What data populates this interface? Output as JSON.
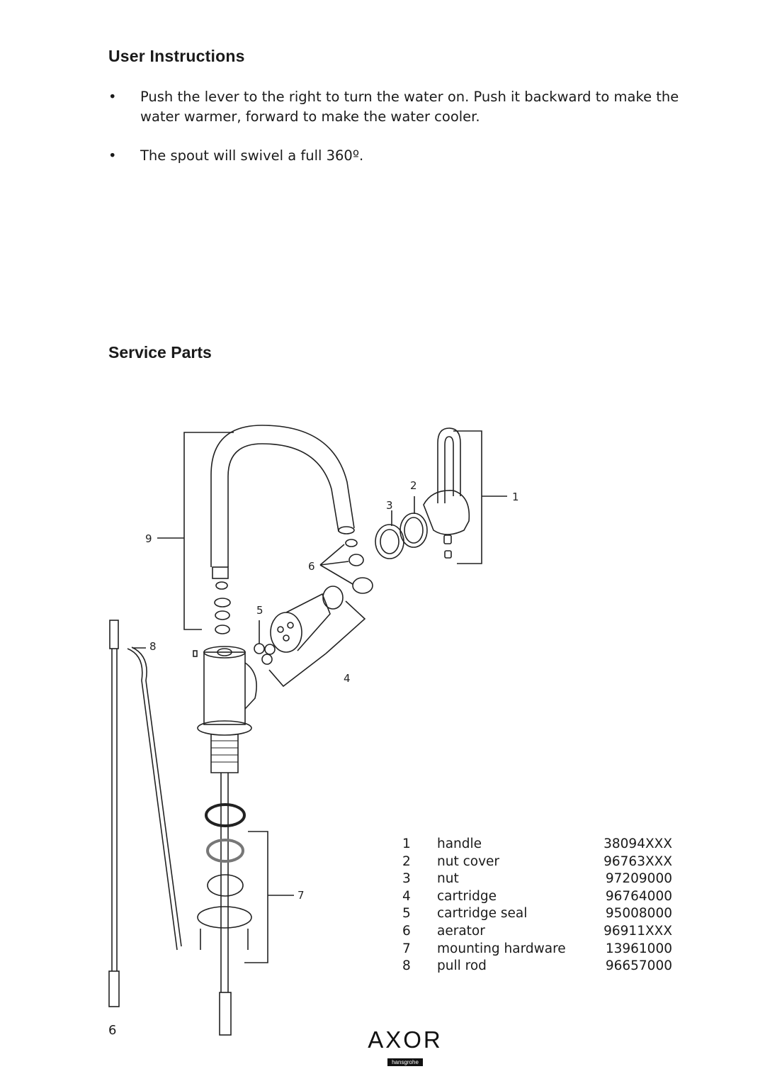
{
  "document": {
    "title": "User Instructions",
    "bullets": [
      "Push the lever to the right to turn the water on.  Push it backward to make the water warmer, forward to make the water cooler.",
      "The spout will swivel a full 360º."
    ],
    "section_title": "Service Parts",
    "page_number": "6"
  },
  "diagram": {
    "callouts": [
      "1",
      "2",
      "3",
      "4",
      "5",
      "6",
      "7",
      "8",
      "9"
    ]
  },
  "parts": [
    {
      "num": "1",
      "name": "handle",
      "code": "38094XXX"
    },
    {
      "num": "2",
      "name": "nut cover",
      "code": "96763XXX"
    },
    {
      "num": "3",
      "name": "nut",
      "code": "97209000"
    },
    {
      "num": "4",
      "name": "cartridge",
      "code": "96764000"
    },
    {
      "num": "5",
      "name": "cartridge seal",
      "code": "95008000"
    },
    {
      "num": "6",
      "name": "aerator",
      "code": "96911XXX"
    },
    {
      "num": "7",
      "name": "mounting hardware",
      "code": "13961000"
    },
    {
      "num": "8",
      "name": "pull rod",
      "code": "96657000"
    }
  ],
  "logo": {
    "brand": "AXOR",
    "sub": "hansgrohe"
  }
}
